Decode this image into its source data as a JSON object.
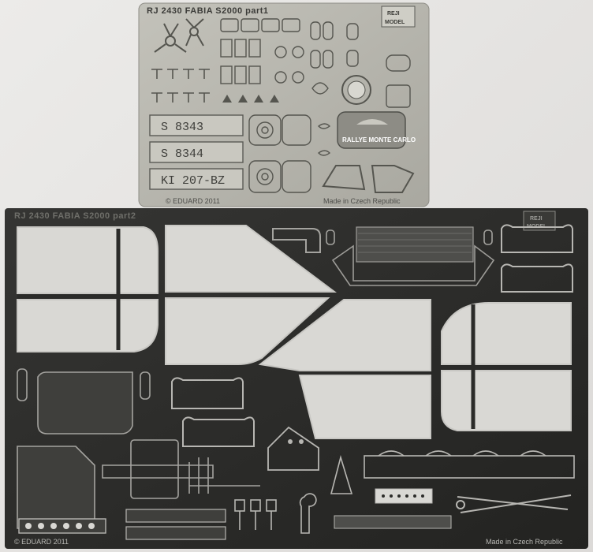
{
  "photo": {
    "background_color": "#e7e5e3",
    "fret_part1": {
      "title": "RJ 2430 FABIA S2000 part1",
      "brand_line1": "REJI",
      "brand_line2": "MODEL",
      "license_plates": [
        "S 8343",
        "S 8344",
        "KI 207-BZ"
      ],
      "rally_plate": "RALLYE MONTE CARLO",
      "made_in": "Made in Czech Republic",
      "copyright": "© EDUARD 2011",
      "color": "#b7b6ae"
    },
    "fret_part2": {
      "title": "RJ 2430 FABIA S2000 part2",
      "brand_line1": "REJI",
      "brand_line2": "MODEL",
      "made_in": "Made in Czech Republic",
      "copyright": "© EDUARD 2011",
      "color": "#2b2b29"
    }
  }
}
